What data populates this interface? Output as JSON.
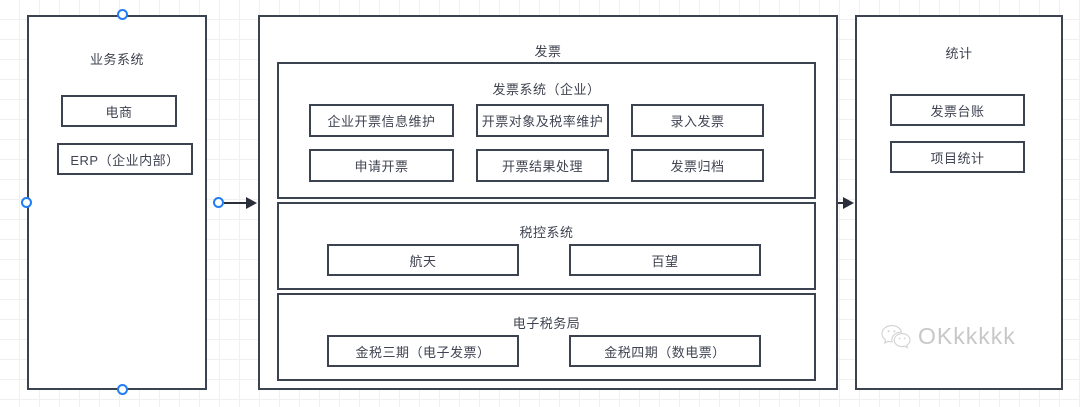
{
  "diagram": {
    "title": "",
    "colors": {
      "stroke": "#3b4250",
      "text": "#404452",
      "handle": "#1f7df5",
      "grid": "#f0f0f0",
      "background": "#ffffff"
    },
    "panels": [
      {
        "id": "business-system",
        "title": "业务系统",
        "selected": true,
        "items": [
          {
            "label": "电商"
          },
          {
            "label": "ERP（企业内部）"
          }
        ]
      },
      {
        "id": "invoice",
        "title": "发票",
        "selected": false,
        "groups": [
          {
            "id": "invoice-system-enterprise",
            "title": "发票系统（企业）",
            "items": [
              {
                "label": "企业开票信息维护"
              },
              {
                "label": "开票对象及税率维护"
              },
              {
                "label": "录入发票"
              },
              {
                "label": "申请开票"
              },
              {
                "label": "开票结果处理"
              },
              {
                "label": "发票归档"
              }
            ]
          },
          {
            "id": "tax-control-system",
            "title": "税控系统",
            "items": [
              {
                "label": "航天"
              },
              {
                "label": "百望"
              }
            ]
          },
          {
            "id": "electronic-tax-bureau",
            "title": "电子税务局",
            "items": [
              {
                "label": "金税三期（电子发票）"
              },
              {
                "label": "金税四期（数电票）"
              }
            ]
          }
        ]
      },
      {
        "id": "statistics",
        "title": "统计",
        "selected": false,
        "items": [
          {
            "label": "发票台账"
          },
          {
            "label": "项目统计"
          }
        ]
      }
    ],
    "connectors": [
      {
        "id": "business-to-invoice",
        "from": "business-system",
        "to": "invoice",
        "arrow": "right"
      },
      {
        "id": "invoice-to-statistics",
        "from": "invoice",
        "to": "statistics",
        "arrow": "right"
      }
    ]
  },
  "watermark": {
    "icon": "wechat-icon",
    "text": "OKkkkkk"
  }
}
